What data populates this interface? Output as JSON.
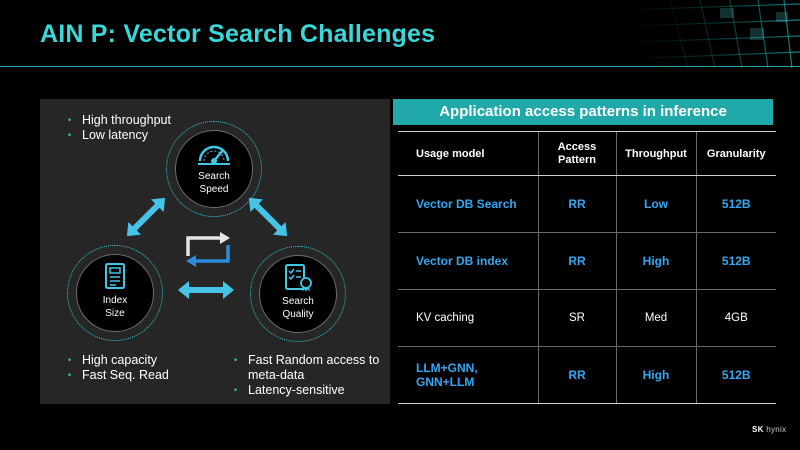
{
  "slide": {
    "title": "AIN P: Vector Search Challenges"
  },
  "left": {
    "speed_bullets": [
      "High throughput",
      "Low latency"
    ],
    "size_bullets": [
      "High capacity",
      "Fast Seq. Read"
    ],
    "quality_bullets": [
      "Fast Random access to meta-data",
      "Latency-sensitive"
    ],
    "circles": {
      "speed": {
        "label_line1": "Search",
        "label_line2": "Speed",
        "icon": "speedometer-icon"
      },
      "size": {
        "label_line1": "Index",
        "label_line2": "Size",
        "icon": "document-index-icon"
      },
      "quality": {
        "label_line1": "Search",
        "label_line2": "Quality",
        "icon": "checklist-badge-icon"
      }
    },
    "arrows_color": "#45c4e8"
  },
  "table": {
    "title": "Application access patterns in inference",
    "headers": [
      "Usage model",
      "Access Pattern",
      "Throughput",
      "Granularity"
    ],
    "header_access_line1": "Access",
    "header_access_line2": "Pattern",
    "rows": [
      {
        "usage": "Vector DB Search",
        "pattern": "RR",
        "throughput": "Low",
        "granularity": "512B",
        "highlight": true
      },
      {
        "usage": "Vector DB index",
        "pattern": "RR",
        "throughput": "High",
        "granularity": "512B",
        "highlight": true
      },
      {
        "usage": "KV caching",
        "pattern": "SR",
        "throughput": "Med",
        "granularity": "4GB",
        "highlight": false
      },
      {
        "usage": "LLM+GNN, GNN+LLM",
        "usage_line1": "LLM+GNN,",
        "usage_line2": "GNN+LLM",
        "pattern": "RR",
        "throughput": "High",
        "granularity": "512B",
        "highlight": true
      }
    ],
    "title_bg": "#21a9a9",
    "highlight_color": "#35a7f0"
  },
  "logo": {
    "brand": "SK",
    "sub": "hynix"
  },
  "colors": {
    "title": "#3ad7d9",
    "accent": "#2aa9ab"
  }
}
